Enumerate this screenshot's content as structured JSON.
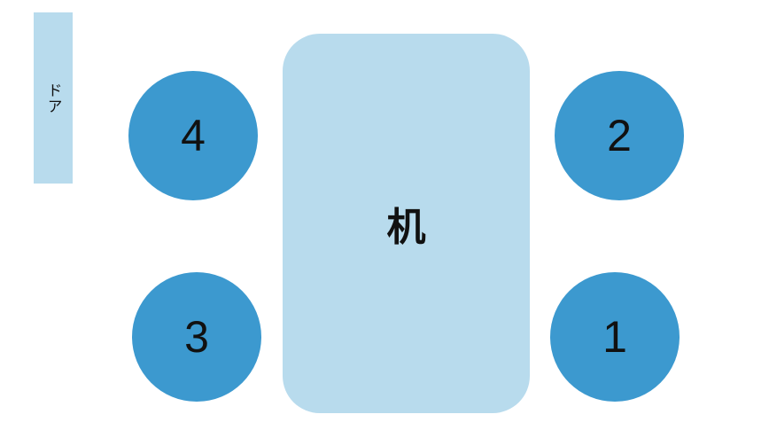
{
  "door": {
    "label": "ドア"
  },
  "table": {
    "label": "机"
  },
  "seats": [
    {
      "label": "4"
    },
    {
      "label": "2"
    },
    {
      "label": "3"
    },
    {
      "label": "1"
    }
  ],
  "colors": {
    "seat": "#3c99cf",
    "furniture": "#b8dbed"
  }
}
